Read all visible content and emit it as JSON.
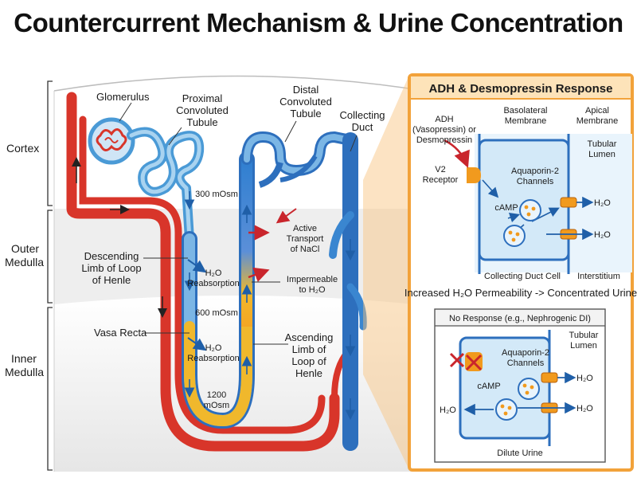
{
  "title": "Countercurrent Mechanism & Urine Concentration",
  "zones": {
    "cortex": "Cortex",
    "outer_medulla": [
      "Outer",
      "Medulla"
    ],
    "inner_medulla": [
      "Inner",
      "Medulla"
    ]
  },
  "labels": {
    "glomerulus": "Glomerulus",
    "pct": [
      "Proximal",
      "Convoluted",
      "Tubule"
    ],
    "dct": [
      "Distal",
      "Convoluted",
      "Tubule"
    ],
    "collecting_duct": [
      "Collecting",
      "Duct"
    ],
    "descending_limb": [
      "Descending",
      "Limb of Loop",
      "of Henle"
    ],
    "vasa_recta": "Vasa Recta",
    "ascending_limb": [
      "Ascending",
      "Limb of",
      "Loop of",
      "Henle"
    ],
    "active_transport": [
      "Active",
      "Transport",
      "of NaCl"
    ],
    "impermeable": [
      "Impermeable",
      "to H₂O"
    ],
    "h2o_reabsorption_1": [
      "H₂O",
      "Reabsorption"
    ],
    "h2o_reabsorption_2": [
      "H₂O",
      "Reabsorption"
    ],
    "osm_300": "300 mOsm",
    "osm_600": "600 mOsm",
    "osm_1200": [
      "1200",
      "mOsm"
    ]
  },
  "adh_panel": {
    "title": "ADH & Desmopressin Response",
    "hormone": [
      "ADH",
      "(Vasopressin) or",
      "Desmopressin"
    ],
    "basolateral": [
      "Basolateral",
      "Membrane"
    ],
    "apical": [
      "Apical",
      "Membrane"
    ],
    "tubular_lumen": [
      "Tubular",
      "Lumen"
    ],
    "receptor": [
      "V2",
      "Receptor"
    ],
    "aquaporin": [
      "Aquaporin-2",
      "Channels"
    ],
    "camp": "cAMP",
    "h2o_1": "H₂O",
    "h2o_2": "H₂O",
    "cell": "Collecting Duct Cell",
    "interstitium": "Interstitium",
    "result": "Increased H₂O Permeability -> Concentrated Urine"
  },
  "no_response_panel": {
    "title": "No Response (e.g., Nephrogenic DI)",
    "tubular_lumen": [
      "Tubular",
      "Lumen"
    ],
    "aquaporin": [
      "Aquaporin-2",
      "Channels"
    ],
    "camp": "cAMP",
    "h2o_left": "H₂O",
    "h2o_right_1": "H₂O",
    "h2o_right_2": "H₂O",
    "result": "Dilute Urine"
  },
  "colors": {
    "artery": "#d8352a",
    "tubule": "#4a9ad6",
    "tubule_light": "#a9d3f0",
    "dilute": "#f0b82c",
    "orange": "#f19a1e",
    "panel_border": "#f2a23a"
  }
}
